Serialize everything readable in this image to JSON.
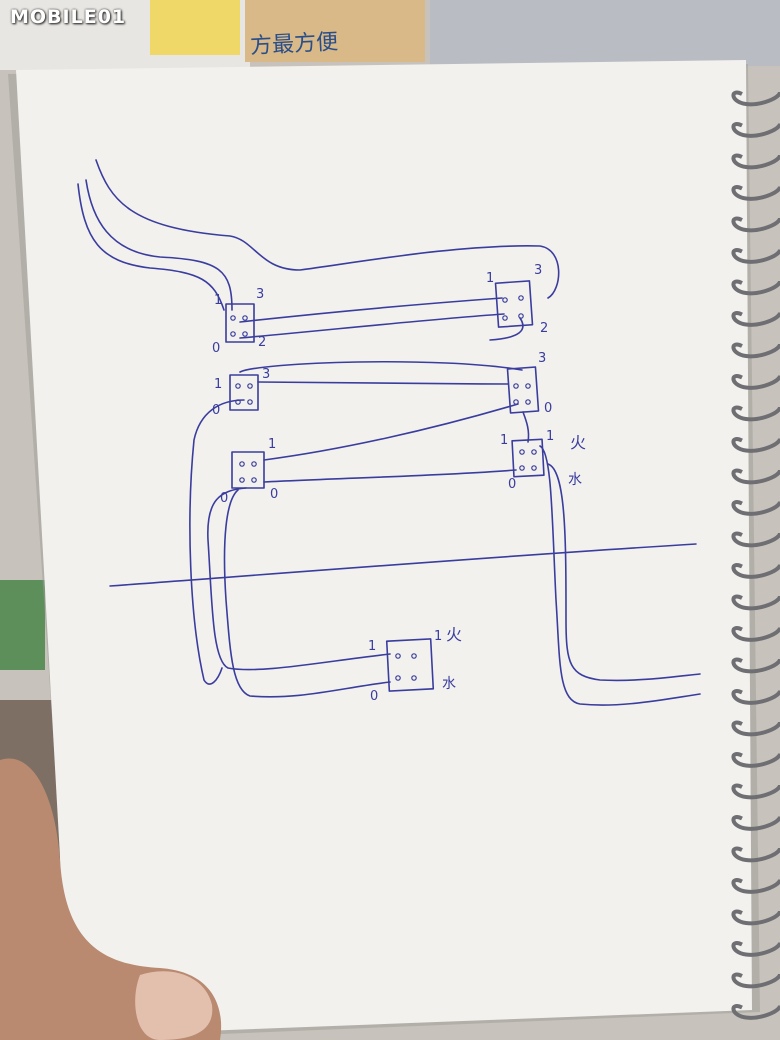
{
  "watermark": {
    "text": "MOBILE01"
  },
  "box_text": "方最方便",
  "colors": {
    "ink": "#3a3d9e",
    "paper": "#f2f1ee",
    "background": "#c9c6c0",
    "skin": "#b98a70"
  },
  "labels": {
    "n1": "1",
    "n3": "3",
    "n2": "2",
    "n0": "0",
    "fire": "火",
    "water": "水",
    "o": "0",
    "o2": "0",
    "l1": "1",
    "l1b": "1"
  }
}
